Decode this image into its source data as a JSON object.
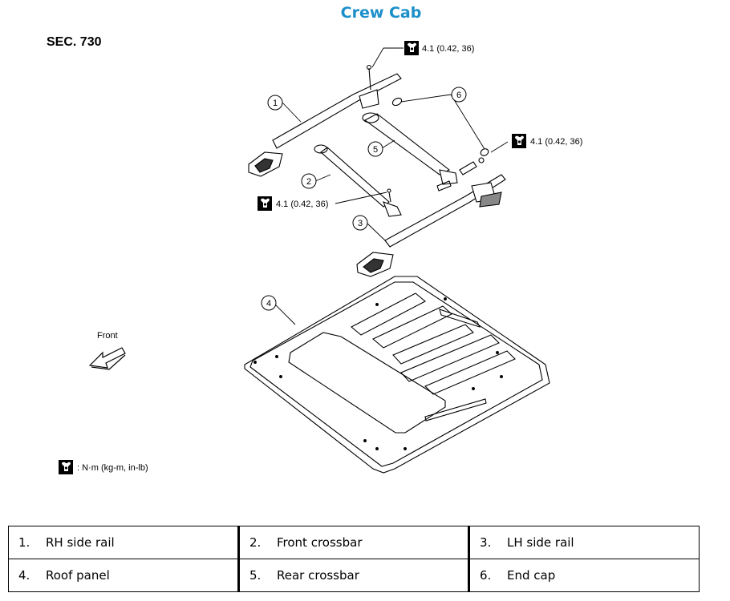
{
  "header": {
    "title": "Crew Cab",
    "section": "SEC. 730"
  },
  "diagram": {
    "torque_values": [
      "4.1 (0.42, 36)",
      "4.1 (0.42, 36)",
      "4.1 (0.42, 36)"
    ],
    "callouts": [
      "1",
      "2",
      "3",
      "4",
      "5",
      "6"
    ],
    "front_label": "Front",
    "unit_legend": ": N·m (kg-m, in-lb)",
    "icons": [
      "torque-wrench-icon",
      "front-arrow-icon"
    ]
  },
  "parts": [
    {
      "num": "1.",
      "name": "RH side rail"
    },
    {
      "num": "2.",
      "name": "Front crossbar"
    },
    {
      "num": "3.",
      "name": "LH side rail"
    },
    {
      "num": "4.",
      "name": "Roof panel"
    },
    {
      "num": "5.",
      "name": "Rear crossbar"
    },
    {
      "num": "6.",
      "name": "End cap"
    }
  ]
}
